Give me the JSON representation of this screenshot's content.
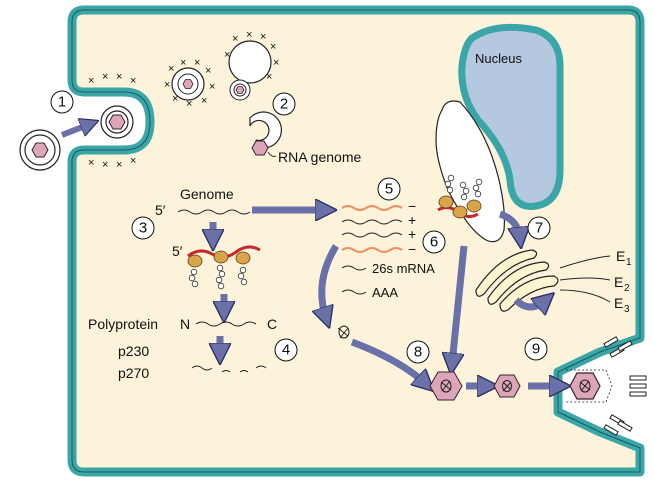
{
  "labels": {
    "nucleus": "Nucleus",
    "rna_genome": "RNA genome",
    "genome": "Genome",
    "five_prime": "5′",
    "polyprotein": "Polyprotein",
    "n_term": "N",
    "c_term": "C",
    "p230": "p230",
    "p270": "p270",
    "mrna26s": "26s mRNA",
    "aaa": "AAA",
    "e1": "E",
    "e1_sub": "1",
    "e2": "E",
    "e2_sub": "2",
    "e3": "E",
    "e3_sub": "3",
    "minus": "−",
    "plus": "+"
  },
  "steps": [
    "1",
    "2",
    "3",
    "4",
    "5",
    "6",
    "7",
    "8",
    "9"
  ],
  "colors": {
    "membrane": "#3aa6a8",
    "membrane_dark": "#1a5a5c",
    "cytoplasm": "#fdf3da",
    "arrow": "#6a70a8",
    "nucleus_fill": "#b4c8e0",
    "capsid": "#dca5b8",
    "ribosome": "#d9a44a",
    "rna_red": "#c8282a",
    "rna_orange": "#f09060",
    "golgi": "#fff4d0"
  }
}
